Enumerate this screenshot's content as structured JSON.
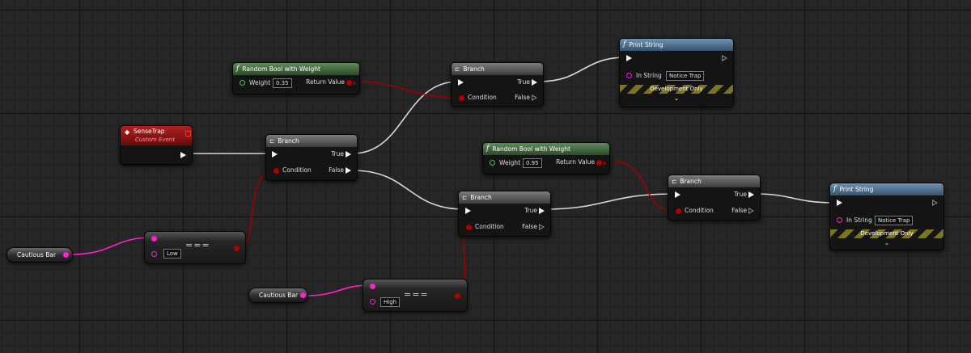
{
  "colors": {
    "background": "#262626",
    "exec_wire": "#d8d8d8",
    "bool_wire": "#a00000",
    "enum_wire": "#ff20d0",
    "node_body": "#141414",
    "header_grey": "#6b6b6b",
    "header_green": "#4f7a4a",
    "header_blue": "#5c7fa0",
    "header_red": "#8a0f0f"
  },
  "event": {
    "title": "SenseTrap",
    "subtitle": "Custom Event",
    "icon": "event-diamond-icon"
  },
  "branch_main": {
    "title": "Branch",
    "true_label": "True",
    "false_label": "False",
    "condition_label": "Condition",
    "icon": "branch-icon"
  },
  "branch_top": {
    "title": "Branch",
    "true_label": "True",
    "false_label": "False",
    "condition_label": "Condition",
    "icon": "branch-icon"
  },
  "branch_mid": {
    "title": "Branch",
    "true_label": "True",
    "false_label": "False",
    "condition_label": "Condition",
    "icon": "branch-icon"
  },
  "branch_right": {
    "title": "Branch",
    "true_label": "True",
    "false_label": "False",
    "condition_label": "Condition",
    "icon": "branch-icon"
  },
  "random_bool_1": {
    "glyph": "f",
    "title": "Random Bool with Weight",
    "weight_label": "Weight",
    "weight_value": "0.35",
    "return_label": "Return Value"
  },
  "random_bool_2": {
    "glyph": "f",
    "title": "Random Bool with Weight",
    "weight_label": "Weight",
    "weight_value": "0.95",
    "return_label": "Return Value"
  },
  "print_1": {
    "glyph": "f",
    "title": "Print String",
    "in_label": "In String",
    "in_value": "Notice Trap",
    "dev_label": "Development Only",
    "chevron": "⌄"
  },
  "print_2": {
    "glyph": "f",
    "title": "Print String",
    "in_label": "In String",
    "in_value": "Notice Trap",
    "dev_label": "Development Only",
    "chevron": "⌄"
  },
  "var_1": {
    "label": "Cautious Bar"
  },
  "var_2": {
    "label": "Cautious Bar"
  },
  "cmp_1": {
    "value": "Low",
    "op": "==="
  },
  "cmp_2": {
    "value": "High",
    "op": "==="
  }
}
